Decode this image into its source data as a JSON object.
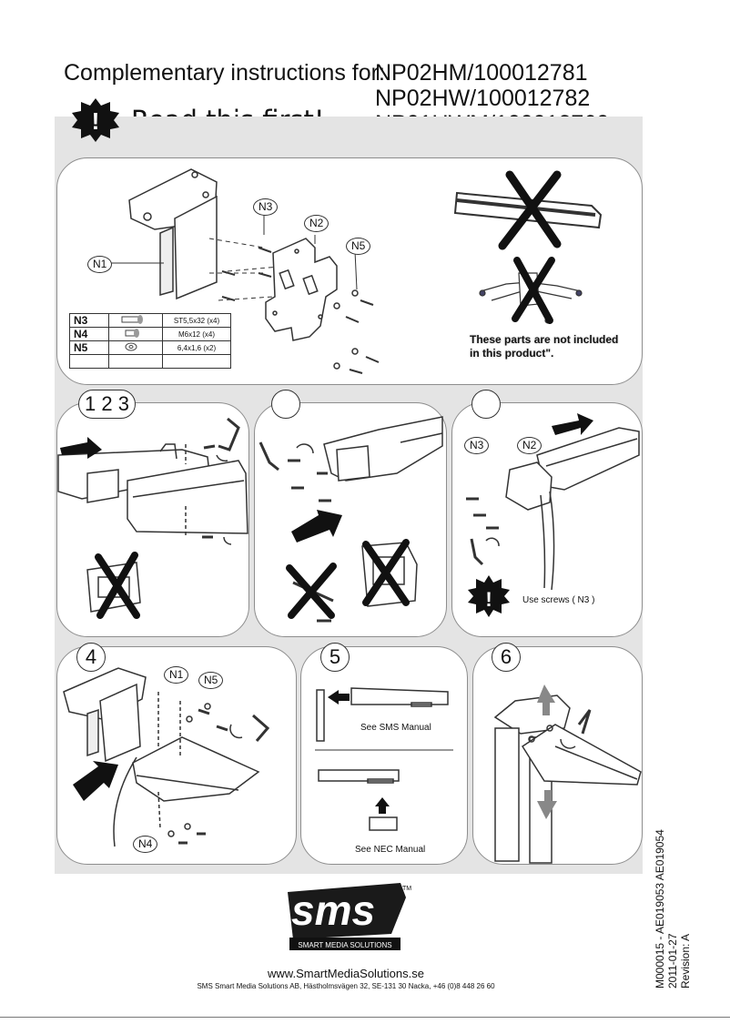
{
  "header": {
    "title": "Complementary instructions for:",
    "models": [
      "NP02HM/100012781",
      "NP02HW/100012782",
      "NP01HWM/100012760"
    ],
    "warning": "Read this first!"
  },
  "panel_top": {
    "labels": {
      "n1": "N1",
      "n2": "N2",
      "n3": "N3",
      "n5": "N5"
    },
    "parts": [
      {
        "code": "N3",
        "spec": "ST5,5x32 (x4)"
      },
      {
        "code": "N4",
        "spec": "M6x12 (x4)"
      },
      {
        "code": "N5",
        "spec": "6,4x1,6 (x2)"
      }
    ],
    "note_line1": "These parts are not included",
    "note_line2": "in this product\"."
  },
  "row2": {
    "step_a": "1 2 3",
    "labels": {
      "n3": "N3",
      "n2": "N2"
    },
    "use_screws": "Use screws ( N3 )"
  },
  "row3": {
    "step4": "4",
    "step5": "5",
    "step6": "6",
    "labels": {
      "n1": "N1",
      "n5": "N5",
      "n4": "N4"
    },
    "see_sms": "See SMS Manual",
    "see_nec": "See NEC Manual"
  },
  "logo": {
    "text": "sms",
    "tagline": "SMART MEDIA SOLUTIONS",
    "tm": "TM"
  },
  "footer": {
    "url": "www.SmartMediaSolutions.se",
    "address": "SMS Smart Media Solutions AB, Hästholmsvägen 32, SE-131 30 Nacka, +46 (0)8 448 26 60"
  },
  "docinfo": {
    "line1": "M000015 - AE019053 AE019054",
    "line2": "2011-01-27",
    "line3": "Revision: A"
  }
}
